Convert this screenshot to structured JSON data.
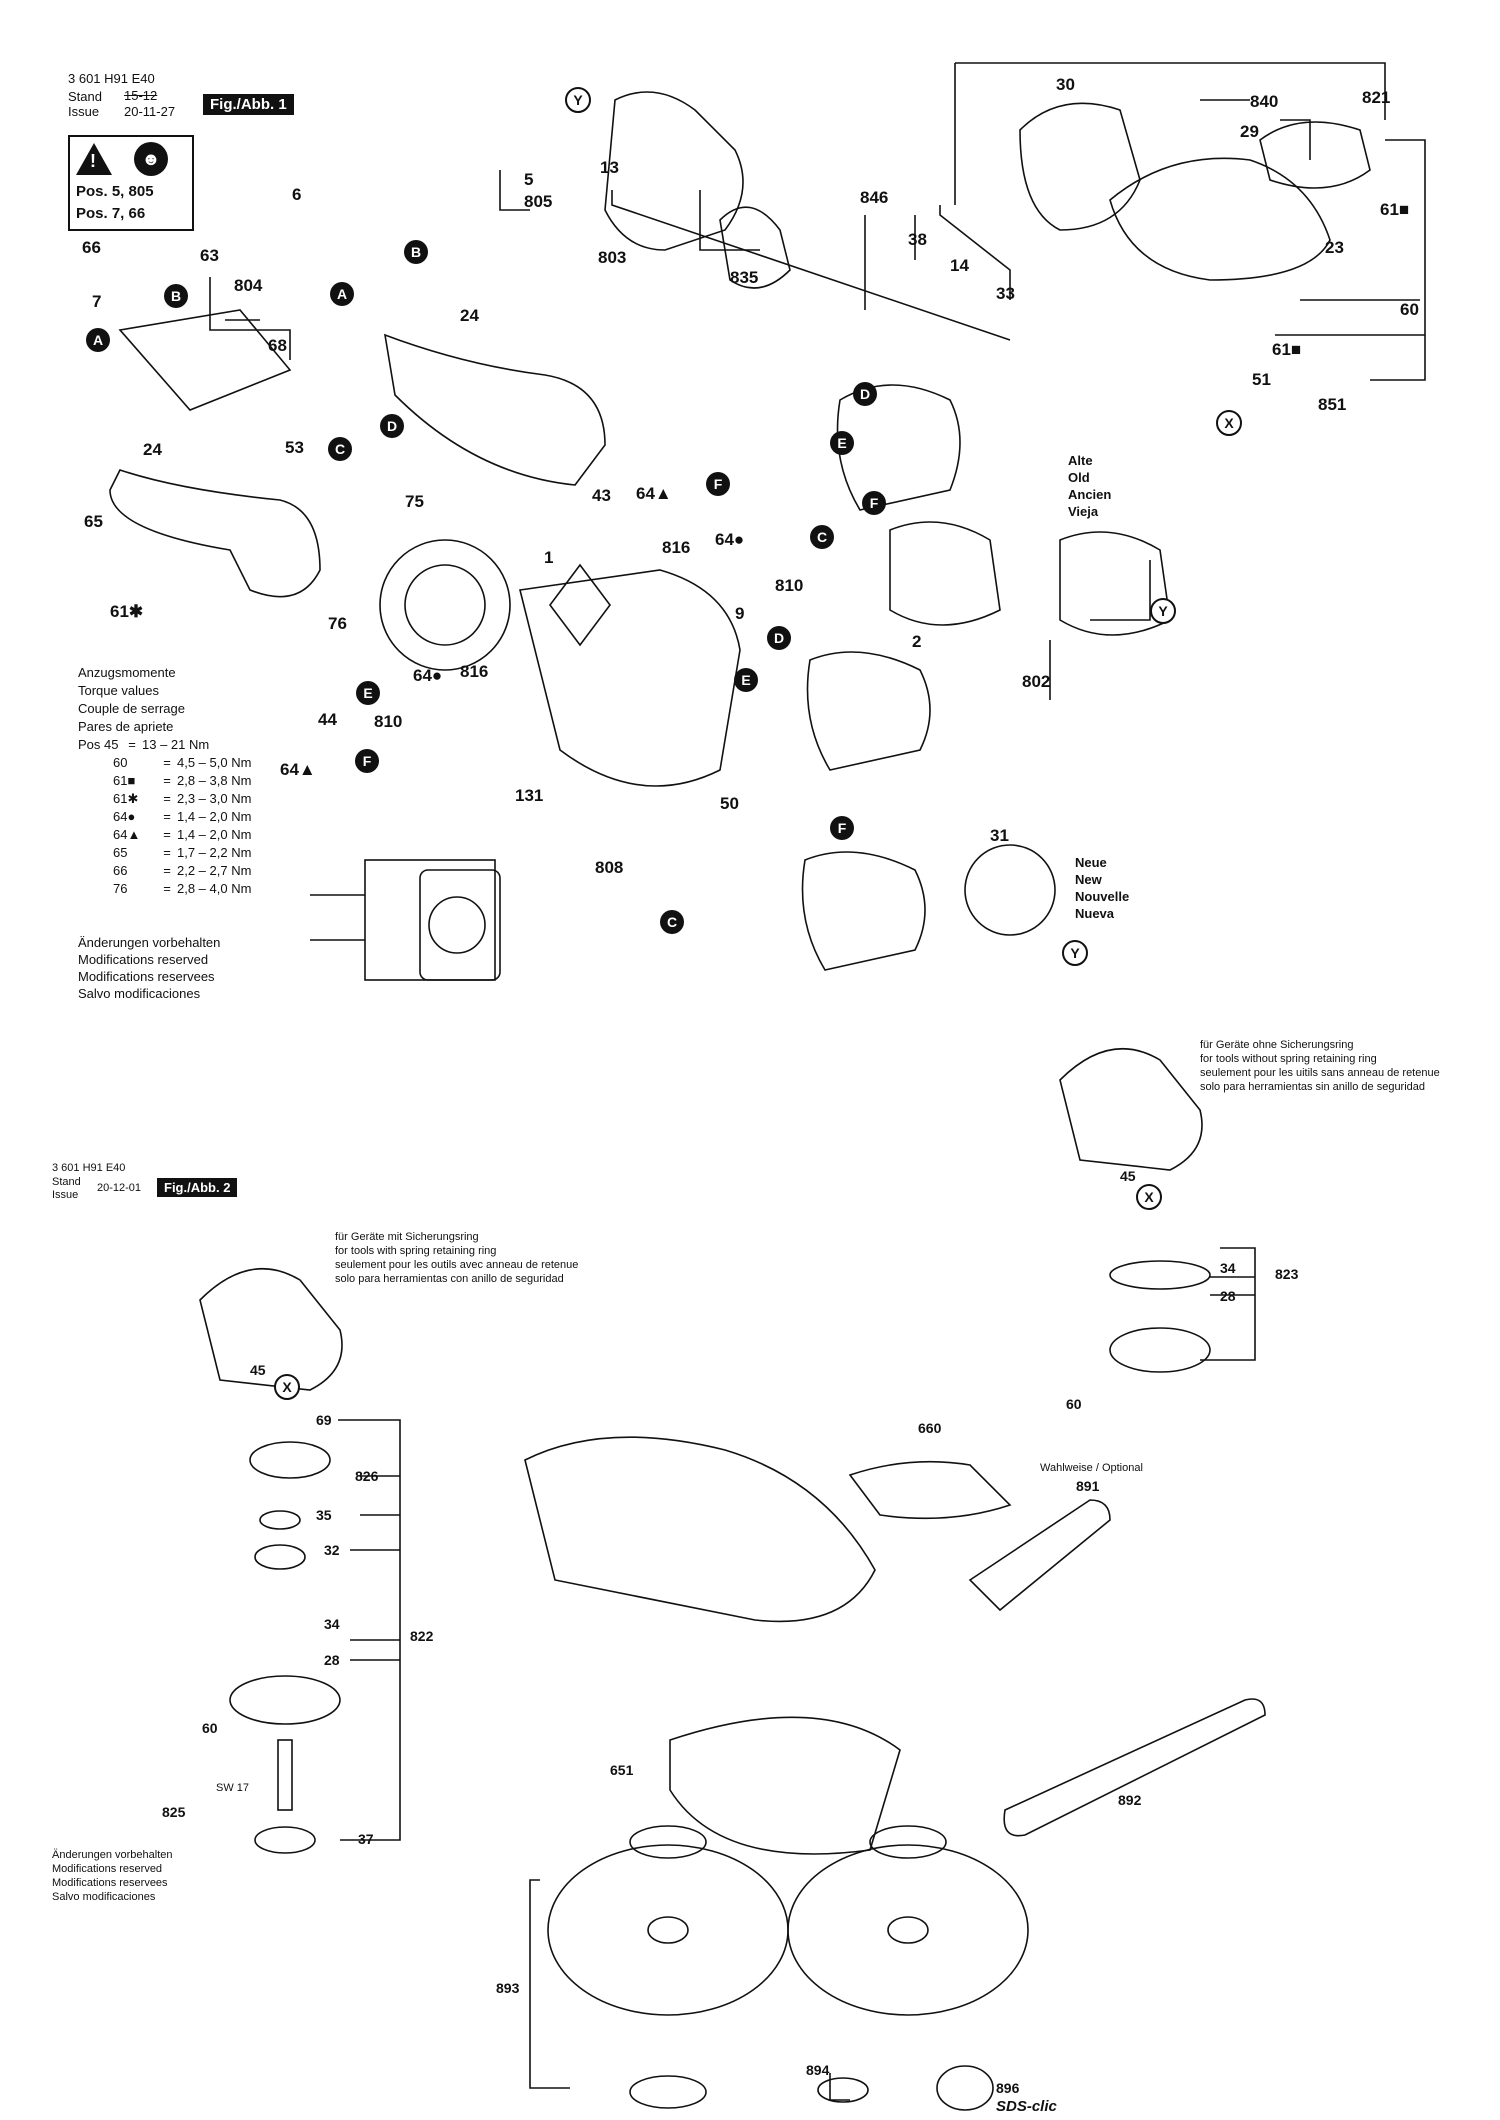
{
  "fig1": {
    "doc_number": "3 601 H91 E40",
    "stand_label": "Stand",
    "issue_label": "Issue",
    "old_date": "15-12",
    "date": "20-11-27",
    "fig_label": "Fig./Abb. 1",
    "warning": {
      "line1": "Pos. 5, 805",
      "line2": "Pos. 7, 66"
    },
    "torque": {
      "title_lines": [
        "Anzugsmomente",
        "Torque values",
        "Couple de serrage",
        "Pares de apriete"
      ],
      "rows": [
        {
          "pos": "Pos 45",
          "value": "13 – 21 Nm"
        },
        {
          "pos": "60",
          "value": "4,5 – 5,0 Nm"
        },
        {
          "pos": "61■",
          "value": "2,8 – 3,8 Nm"
        },
        {
          "pos": "61✱",
          "value": "2,3 – 3,0 Nm"
        },
        {
          "pos": "64●",
          "value": "1,4 – 2,0 Nm"
        },
        {
          "pos": "64▲",
          "value": "1,4 – 2,0 Nm"
        },
        {
          "pos": "65",
          "value": "1,7 – 2,2 Nm"
        },
        {
          "pos": "66",
          "value": "2,2 – 2,7 Nm"
        },
        {
          "pos": "76",
          "value": "2,8 – 4,0 Nm"
        }
      ]
    },
    "changes_note": [
      "Änderungen vorbehalten",
      "Modifications reserved",
      "Modifications reservees",
      "Salvo modificaciones"
    ],
    "old_labels": [
      "Alte",
      "Old",
      "Ancien",
      "Vieja"
    ],
    "new_labels": [
      "Neue",
      "New",
      "Nouvelle",
      "Nueva"
    ],
    "part_numbers": [
      "Y",
      "13",
      "803",
      "835",
      "846",
      "38",
      "14",
      "33",
      "30",
      "840",
      "821",
      "29",
      "61■",
      "23",
      "60",
      "61■",
      "51",
      "851",
      "X",
      "6",
      "5",
      "805",
      "66",
      "63",
      "7",
      "804",
      "68",
      "53",
      "24",
      "24",
      "65",
      "61✱",
      "75",
      "76",
      "43",
      "64▲",
      "816",
      "64●",
      "810",
      "9",
      "1",
      "64●",
      "816",
      "44",
      "64▲",
      "810",
      "131",
      "808",
      "50",
      "2",
      "802",
      "31"
    ],
    "connectors": [
      "A",
      "B",
      "C",
      "D",
      "E",
      "F"
    ]
  },
  "fig2": {
    "doc_number": "3 601 H91 E40",
    "stand_label": "Stand",
    "issue_label": "Issue",
    "date": "20-12-01",
    "fig_label": "Fig./Abb. 2",
    "note_with_ring": [
      "für Geräte mit Sicherungsring",
      "for tools with spring retaining ring",
      "seulement pour les outils avec anneau de retenue",
      "solo para herramientas con anillo de seguridad"
    ],
    "note_without_ring": [
      "für Geräte ohne Sicherungsring",
      "for tools without spring retaining ring",
      "seulement pour les uitils sans anneau de retenue",
      "solo para herramientas sin anillo de seguridad"
    ],
    "optional_label": "Wahlweise / Optional",
    "wrench_size": "SW 17",
    "sds_label": "SDS-clic",
    "changes_note": [
      "Änderungen vorbehalten",
      "Modifications reserved",
      "Modifications reservees",
      "Salvo modificaciones"
    ],
    "part_numbers": [
      "45",
      "X",
      "69",
      "826",
      "35",
      "32",
      "34",
      "28",
      "822",
      "60",
      "825",
      "37",
      "45",
      "X",
      "34",
      "823",
      "28",
      "60",
      "660",
      "891",
      "651",
      "892",
      "893",
      "894",
      "896"
    ]
  },
  "colors": {
    "ink": "#111111",
    "paper": "#ffffff",
    "shade": "#d8d8d8"
  }
}
